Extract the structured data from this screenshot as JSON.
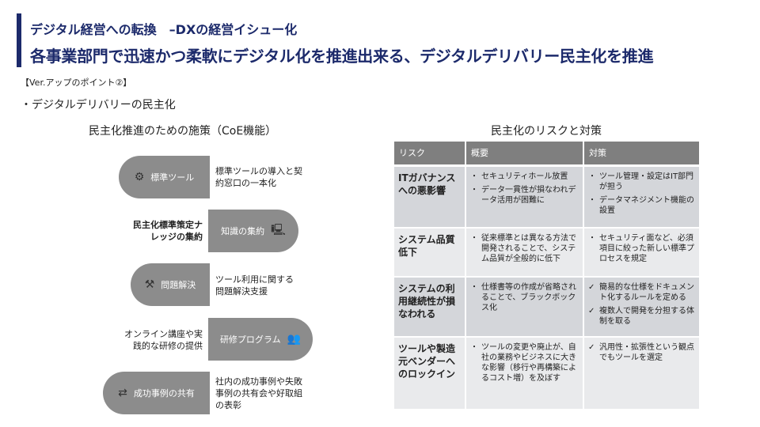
{
  "header": {
    "title1": "デジタル経営への転換　–DXの経営イシュー化",
    "title2": "各事業部門で迅速かつ柔軟にデジタル化を推進出来る、デジタルデリバリー民主化を推進"
  },
  "ver_label": "【Ver.アップのポイント②】",
  "point": "・デジタルデリバリーの民主化",
  "left": {
    "heading": "民主化推進のための施策（CoE機能）",
    "items": [
      {
        "label": "標準ツール",
        "icon": "tool-desk-icon",
        "desc": "標準ツールの導入と契約窓口の一本化"
      },
      {
        "label": "知識の集約",
        "icon": "knowledge-computer-icon",
        "desc": "民主化標準策定ナレッジの集約"
      },
      {
        "label": "問題解決",
        "icon": "wrench-icon",
        "desc": "ツール利用に関する問題解決支援"
      },
      {
        "label": "研修プログラム",
        "icon": "training-icon",
        "desc": "オンライン講座や実践的な研修の提供"
      },
      {
        "label": "成功事例の共有",
        "icon": "share-people-icon",
        "desc": "社内の成功事例や失敗事例の共有会や好取組の表彰"
      }
    ]
  },
  "right": {
    "heading": "民主化のリスクと対策",
    "columns": [
      "リスク",
      "概要",
      "対策"
    ],
    "rows": [
      {
        "risk": "ITガバナンスへの悪影響",
        "summary": [
          "セキュリティホール放置",
          "データ一貫性が損なわれデータ活用が困難に"
        ],
        "measures": [
          "ツール管理・設定はIT部門が担う",
          "データマネジメント機能の設置"
        ],
        "mark": "bullet"
      },
      {
        "risk": "システム品質低下",
        "summary": [
          "従来標準とは異なる方法で開発されることで、システム品質が全般的に低下"
        ],
        "measures": [
          "セキュリティ面など、必須項目に絞った新しい標準プロセスを規定"
        ],
        "mark": "bullet"
      },
      {
        "risk": "システムの利用継続性が損なわれる",
        "summary": [
          "仕様書等の作成が省略されることで、ブラックボックス化"
        ],
        "measures": [
          "簡易的な仕様をドキュメント化するルールを定める",
          "複数人で開発を分担する体制を取る"
        ],
        "mark": "check"
      },
      {
        "risk": "ツールや製造元ベンダーへのロックイン",
        "summary": [
          "ツールの変更や廃止が、自社の業務やビジネスに大きな影響（移行や再構築によるコスト増）を及ぼす"
        ],
        "measures": [
          "汎用性・拡張性という観点でもツールを選定"
        ],
        "mark": "check"
      }
    ]
  }
}
